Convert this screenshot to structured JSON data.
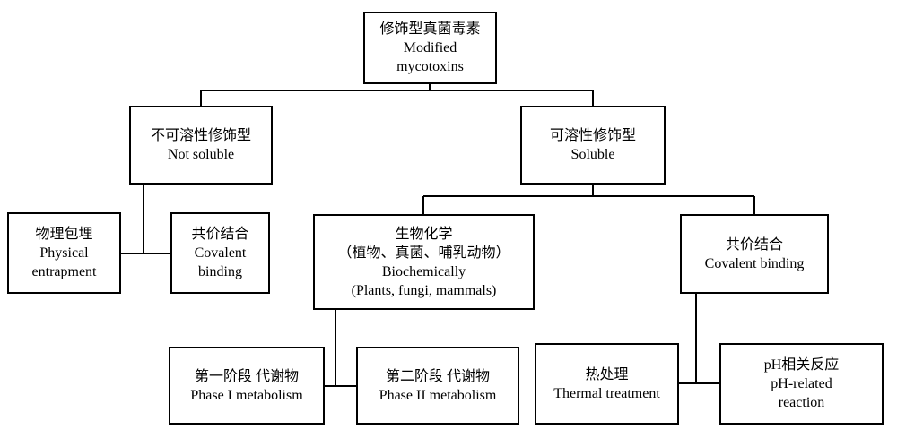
{
  "colors": {
    "line": "#000000",
    "box_border": "#000000",
    "background": "#ffffff"
  },
  "nodes": {
    "root": {
      "zh": "修饰型真菌毒素",
      "en1": "Modified",
      "en2": "mycotoxins"
    },
    "insoluble": {
      "zh": "不可溶性修饰型",
      "en": "Not soluble"
    },
    "soluble": {
      "zh": "可溶性修饰型",
      "en": "Soluble"
    },
    "physical": {
      "zh": "物理包埋",
      "en1": "Physical",
      "en2": "entrapment"
    },
    "covalent_a": {
      "zh": "共价结合",
      "en1": "Covalent",
      "en2": "binding"
    },
    "biochem": {
      "zh": "生物化学",
      "zh2": "（植物、真菌、哺乳动物）",
      "en1": "Biochemically",
      "en2": "(Plants, fungi, mammals)"
    },
    "covalent_b": {
      "zh": "共价结合",
      "en": "Covalent binding"
    },
    "phase1": {
      "zh": "第一阶段 代谢物",
      "en": "Phase I metabolism"
    },
    "phase2": {
      "zh": "第二阶段 代谢物",
      "en": "Phase II metabolism"
    },
    "thermal": {
      "zh": "热处理",
      "en": "Thermal treatment"
    },
    "ph": {
      "zh": "pH相关反应",
      "en1": "pH-related",
      "en2": "reaction"
    }
  }
}
